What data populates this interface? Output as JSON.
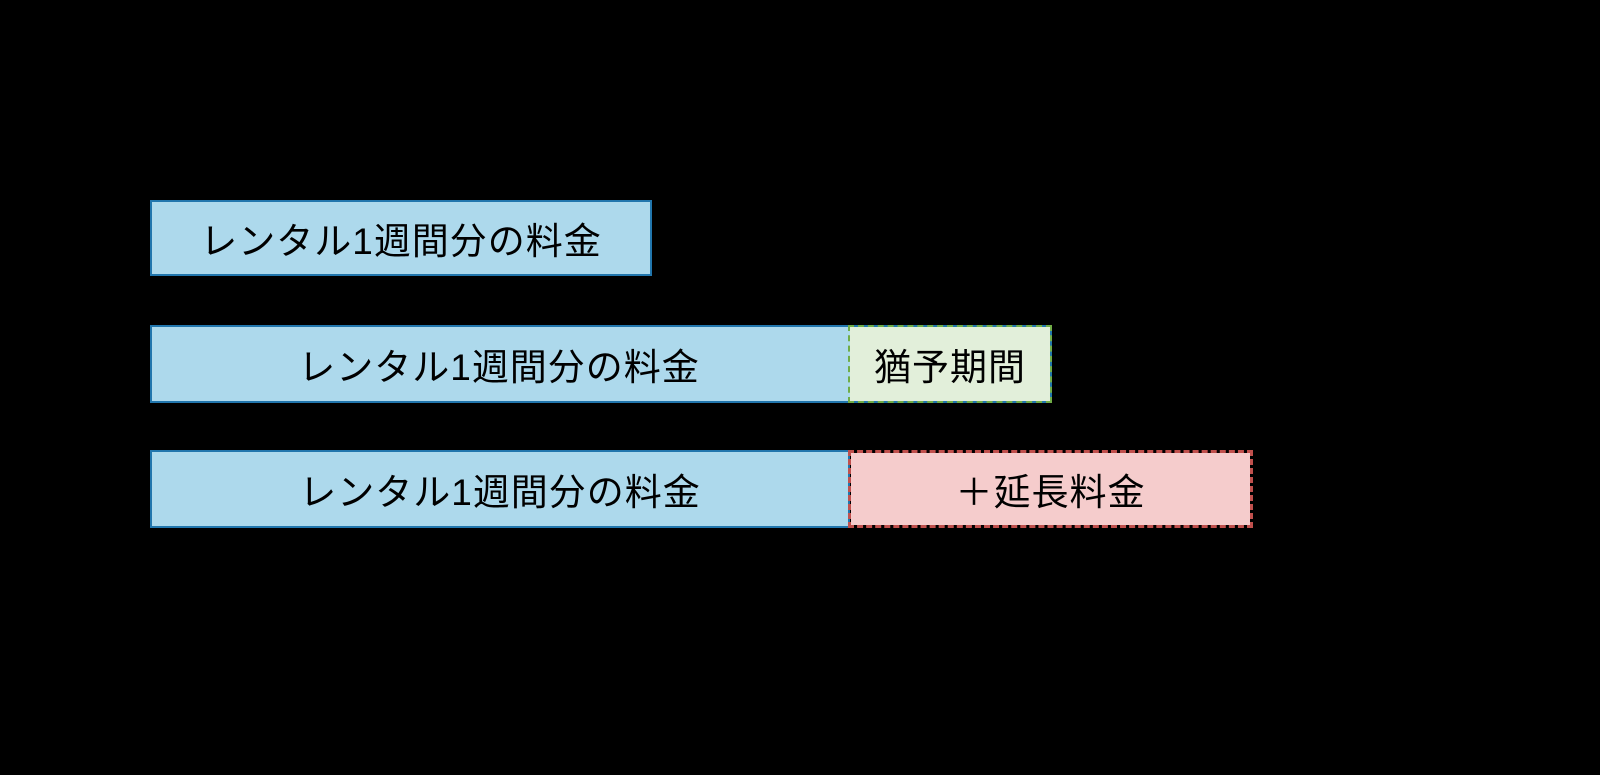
{
  "diagram": {
    "background_color": "#000000",
    "text_color": "#000000",
    "bars": [
      {
        "name": "rental-one-week",
        "segments": [
          {
            "name": "rental-fee",
            "label": "レンタル1週間分の料金",
            "fill": "#ADD9EC",
            "border": "#2176AD",
            "border_style": "solid"
          }
        ]
      },
      {
        "name": "rental-with-grace-period",
        "segments": [
          {
            "name": "rental-fee",
            "label": "レンタル1週間分の料金",
            "fill": "#ADD9EC",
            "border": "#2176AD",
            "border_style": "solid"
          },
          {
            "name": "grace-period",
            "label": "猶予期間",
            "fill": "#E2EFDA",
            "border": "#70AD47",
            "border_style": "dashed"
          }
        ]
      },
      {
        "name": "rental-with-extension-fee",
        "segments": [
          {
            "name": "rental-fee",
            "label": "レンタル1週間分の料金",
            "fill": "#ADD9EC",
            "border": "#2176AD",
            "border_style": "solid"
          },
          {
            "name": "extension-fee",
            "label": "＋延長料金",
            "fill": "#F5CCCC",
            "border": "#C0504D",
            "border_style": "dashed"
          }
        ]
      }
    ]
  }
}
